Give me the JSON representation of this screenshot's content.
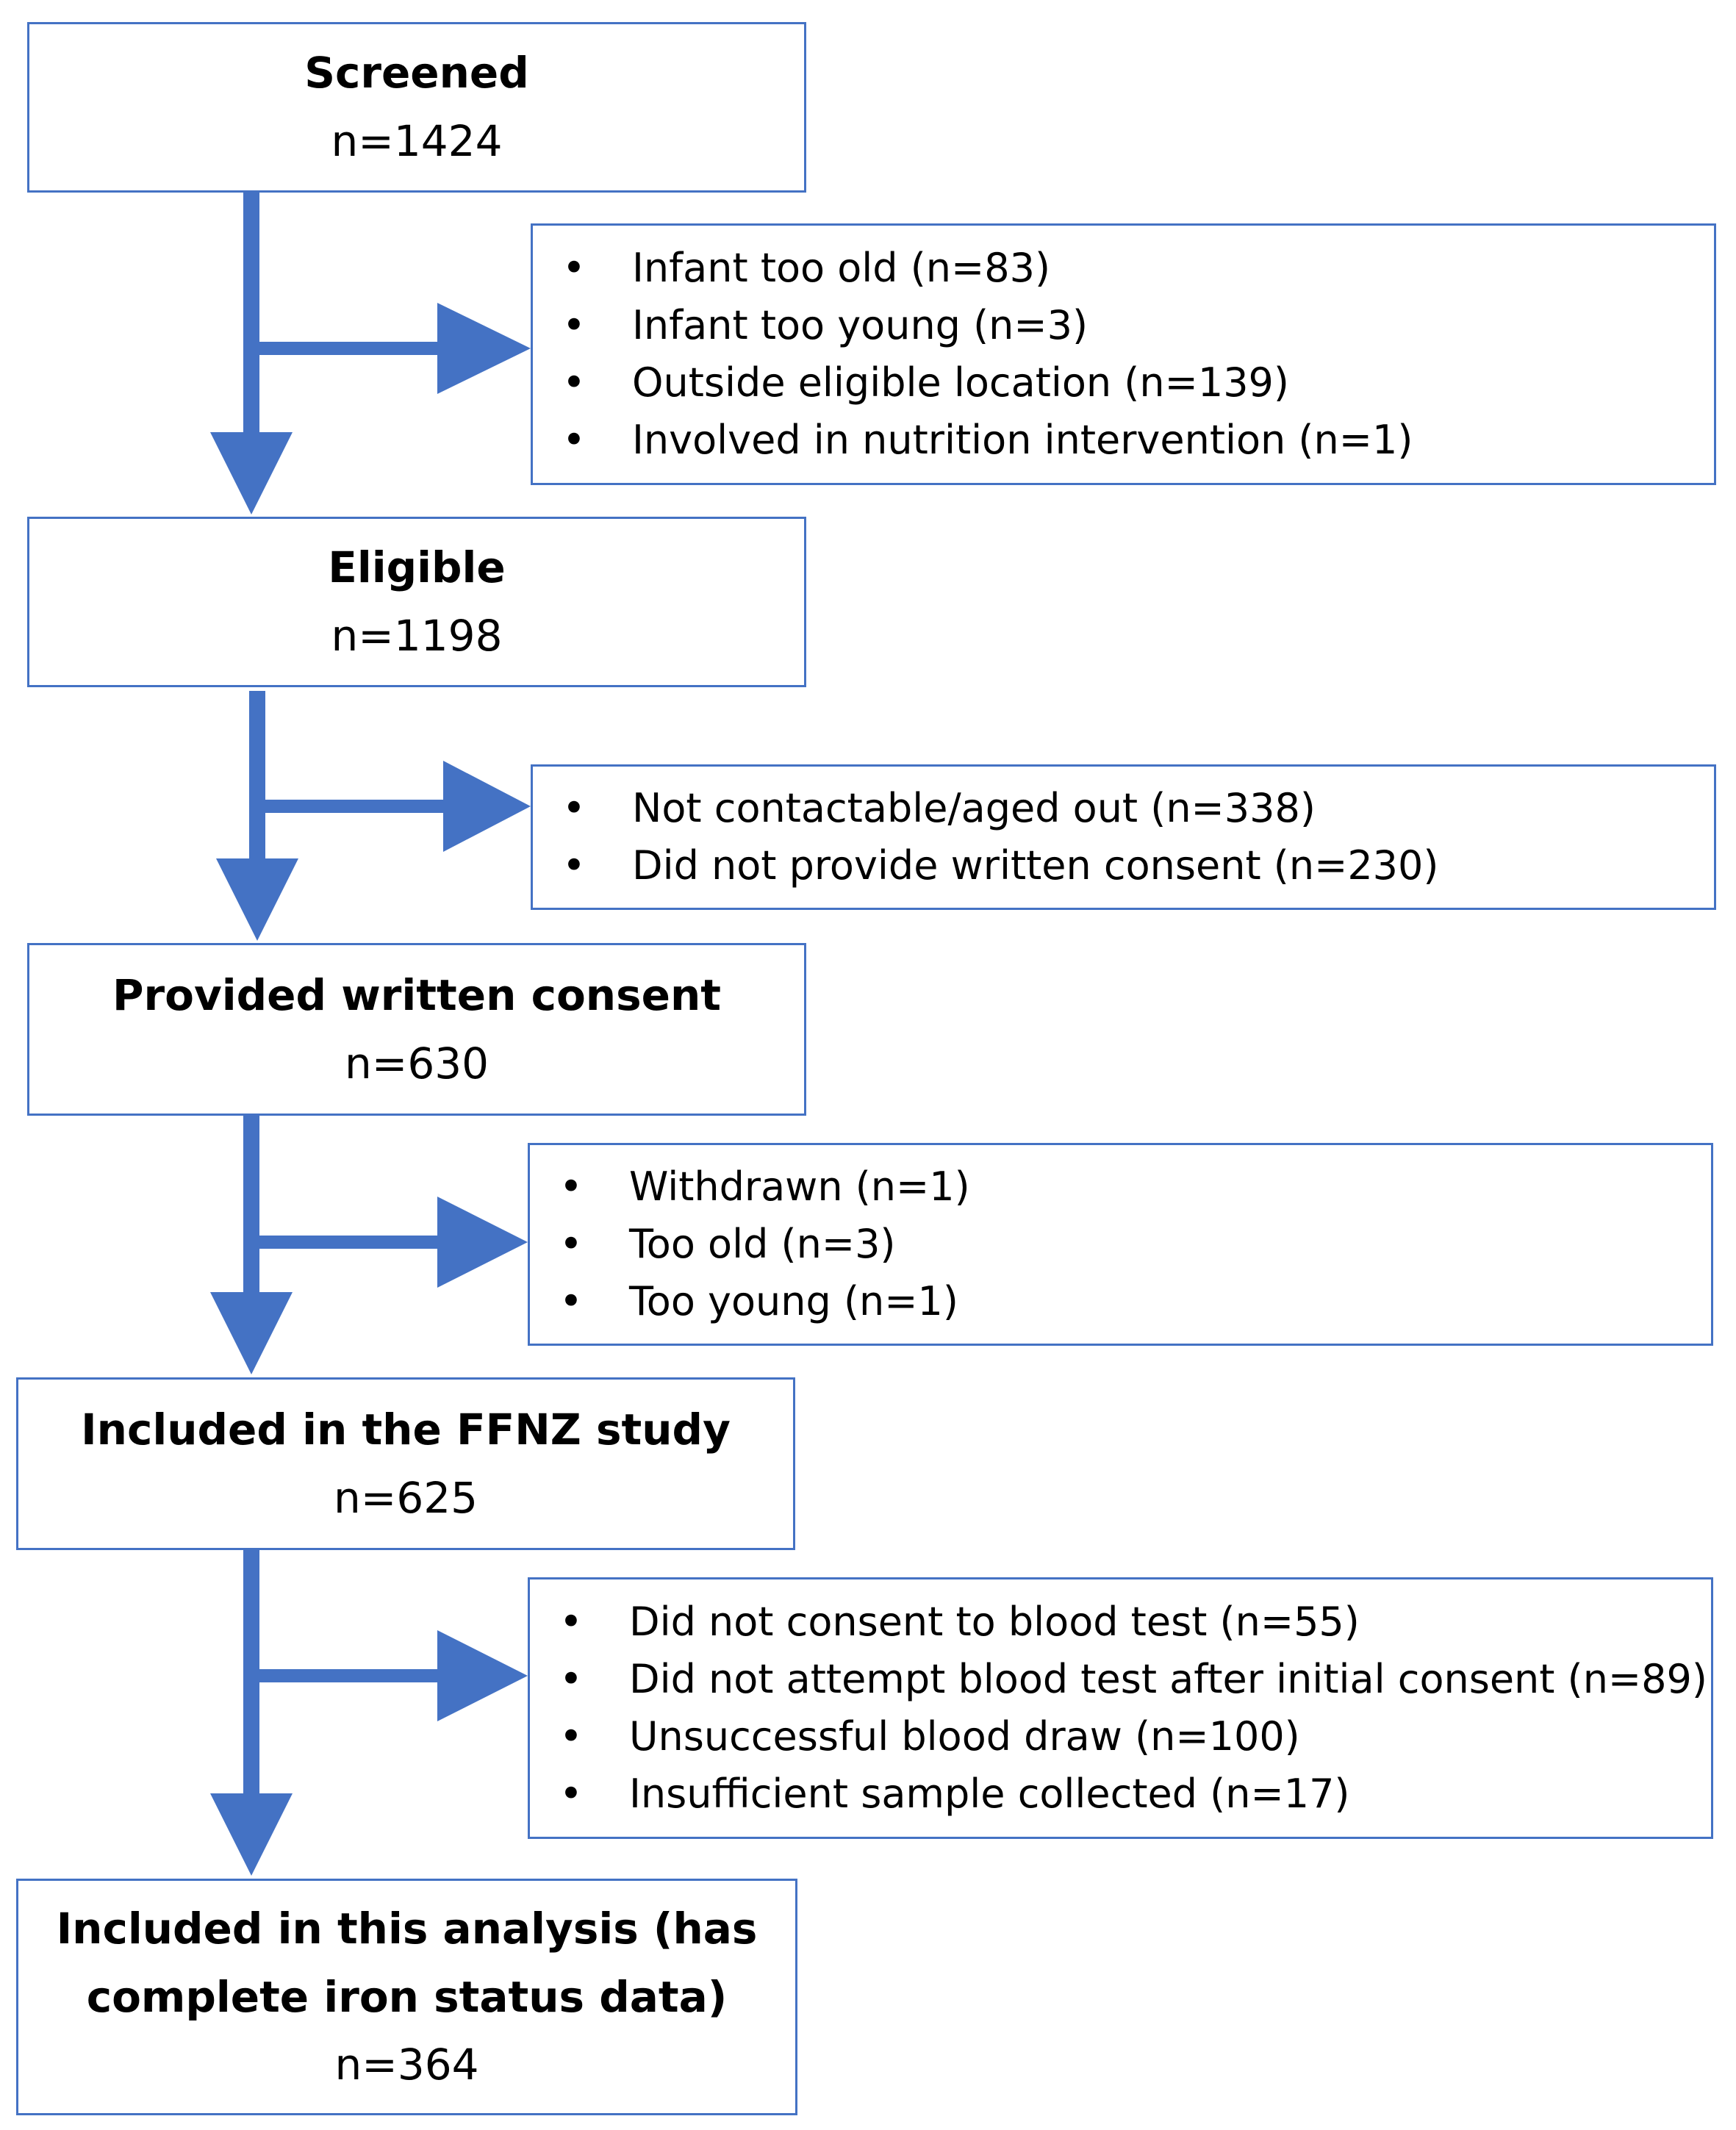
{
  "colors": {
    "accent": "#4472c4"
  },
  "stages": [
    {
      "title": "Screened",
      "count": "n=1424"
    },
    {
      "title": "Eligible",
      "count": "n=1198"
    },
    {
      "title": "Provided written consent",
      "count": "n=630"
    },
    {
      "title": "Included in the FFNZ study",
      "count": "n=625"
    },
    {
      "title": "Included in this analysis (has\ncomplete iron status data)",
      "count": "n=364"
    }
  ],
  "exclusions": [
    {
      "items": [
        "Infant too old (n=83)",
        "Infant too young (n=3)",
        "Outside eligible location (n=139)",
        "Involved in nutrition intervention (n=1)"
      ]
    },
    {
      "items": [
        "Not contactable/aged out (n=338)",
        "Did not provide written consent (n=230)"
      ]
    },
    {
      "items": [
        "Withdrawn (n=1)",
        "Too old (n=3)",
        "Too young (n=1)"
      ]
    },
    {
      "items": [
        "Did not consent to blood test (n=55)",
        "Did not attempt blood test after initial consent (n=89)",
        "Unsuccessful blood draw (n=100)",
        "Insufficient sample collected (n=17)"
      ]
    }
  ]
}
